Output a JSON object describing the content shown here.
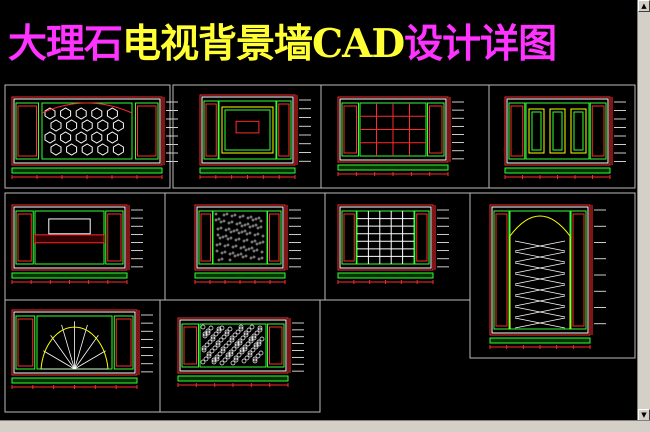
{
  "title": {
    "part1": "大理石",
    "part2": "电视背景墙",
    "part3": "CAD",
    "part4": "设计详图"
  },
  "colors": {
    "background": "#000000",
    "title_magenta": "#ff33ff",
    "title_yellow": "#ffff33",
    "cad_red": "#ff2a2a",
    "cad_green": "#33ff33",
    "cad_yellow": "#ffff00",
    "cad_white": "#ffffff",
    "cad_cyan": "#33ffff",
    "frame_grey": "#bbbbbb"
  },
  "drawings": [
    {
      "name": "drawing-1",
      "style": "hexagon-panel"
    },
    {
      "name": "drawing-2",
      "style": "centered-frame"
    },
    {
      "name": "drawing-3",
      "style": "grid-cabinet"
    },
    {
      "name": "drawing-4",
      "style": "three-door-panel"
    },
    {
      "name": "drawing-5",
      "style": "tv-shelf"
    },
    {
      "name": "drawing-6",
      "style": "stone-texture"
    },
    {
      "name": "drawing-7",
      "style": "brick-wall"
    },
    {
      "name": "drawing-8",
      "style": "arched-lattice"
    },
    {
      "name": "drawing-9",
      "style": "fan-arch"
    },
    {
      "name": "drawing-10",
      "style": "damask-panel"
    }
  ]
}
